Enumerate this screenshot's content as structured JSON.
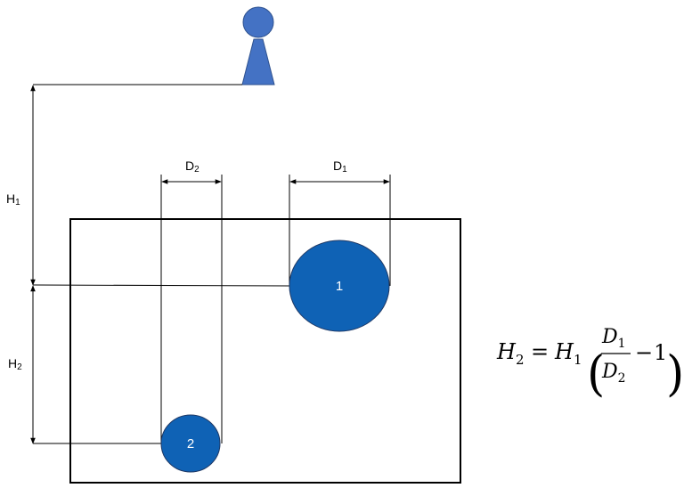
{
  "labels": {
    "h1": {
      "main": "H",
      "sub": "1"
    },
    "h2": {
      "main": "H",
      "sub": "2"
    },
    "d1": {
      "main": "D",
      "sub": "1"
    },
    "d2": {
      "main": "D",
      "sub": "2"
    },
    "circle1": "1",
    "circle2": "2"
  },
  "formula": {
    "lhs_var": "H",
    "lhs_sub": "2",
    "equals": "=",
    "rhs_var": "H",
    "rhs_sub": "1",
    "num_var": "D",
    "num_sub": "1",
    "den_var": "D",
    "den_sub": "2",
    "minus": "−",
    "one": "1",
    "lparen": "(",
    "rparen": ")"
  },
  "colors": {
    "figure_fill": "#4472C4",
    "figure_stroke": "#2F528F",
    "circle_fill": "#0F62B5",
    "circle_stroke": "#1F3864",
    "line": "#000000"
  },
  "icons": {
    "observer": "person-figure-icon"
  }
}
